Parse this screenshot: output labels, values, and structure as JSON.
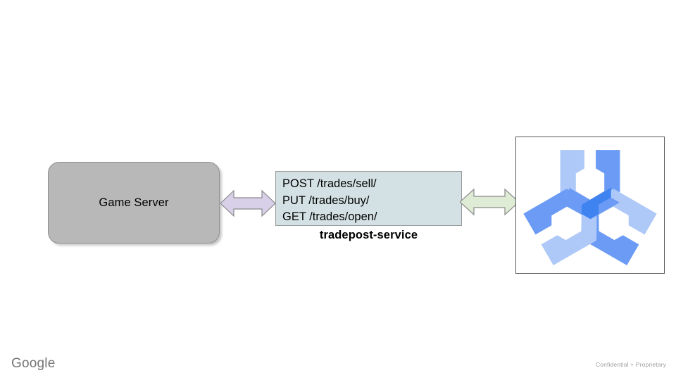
{
  "slide": {
    "background_color": "#ffffff"
  },
  "nodes": {
    "game_server": {
      "label": "Game Server",
      "fill_color": "#b8b8b8",
      "border_color": "#8f8f8f"
    },
    "service": {
      "caption": "tradepost-service",
      "fill_color": "#d4e1e4",
      "border_color": "#9a9a9a",
      "endpoints": [
        "POST /trades/sell/",
        "PUT /trades/buy/",
        "GET /trades/open/"
      ]
    },
    "agones_logo": {
      "frame_border_color": "#595959",
      "color_light": "#aec9f8",
      "color_medium": "#6b9bf5",
      "color_dark": "#3f83f0"
    }
  },
  "connectors": [
    {
      "name": "game-server-to-service",
      "fill_color": "#d8d0e8",
      "stroke_color": "#8a8a8a",
      "direction": "bidirectional"
    },
    {
      "name": "service-to-agones",
      "fill_color": "#dfecd5",
      "stroke_color": "#8a8a8a",
      "direction": "bidirectional"
    }
  ],
  "footer": {
    "brand": "Google",
    "note": "Confidential + Proprietary"
  }
}
